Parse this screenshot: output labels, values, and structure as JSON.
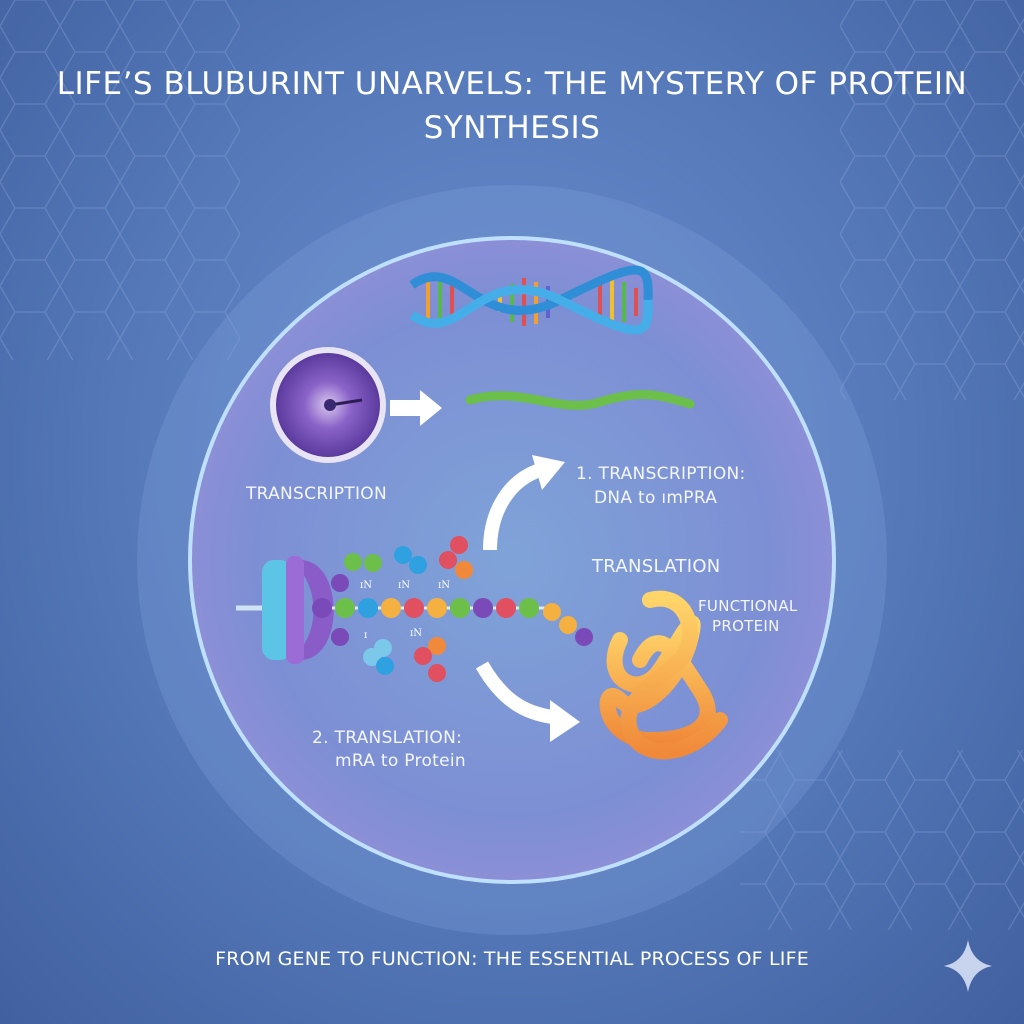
{
  "title": "LIFE’S BLUBURINT UNARVELS: THE MYSTERY OF PROTEIN SYNTHESIS",
  "labels": {
    "transcription": "TRANSCRIPTION",
    "step1_title": "1. TRANSCRIPTION:",
    "step1_sub": "DNA to ımPRA",
    "translation": "TRANSLATION",
    "functional_protein_1": "FUNCTIONAL",
    "functional_protein_2": "PROTEIN",
    "step2_title": "2. TRANSLATION:",
    "step2_sub": "mRA to Protein"
  },
  "trna_labels": [
    "ɪN",
    "ɪN",
    "ɪN",
    "ɪ",
    "ɪN"
  ],
  "footer": "FROM GENE TO FUNCTION: THE ESSENTIAL PROCESS OF LIFE",
  "icons": [
    "dna-helix-icon",
    "nucleus-icon",
    "arrow-right-icon",
    "mrna-strand-icon",
    "ribosome-icon",
    "amino-acid-chain-icon",
    "curved-arrow-icon",
    "folded-protein-icon",
    "sparkle-icon",
    "hexagon-pattern"
  ],
  "colors": {
    "background": "#5478b8",
    "cell": "#7f95d6",
    "text": "#ffffff"
  }
}
